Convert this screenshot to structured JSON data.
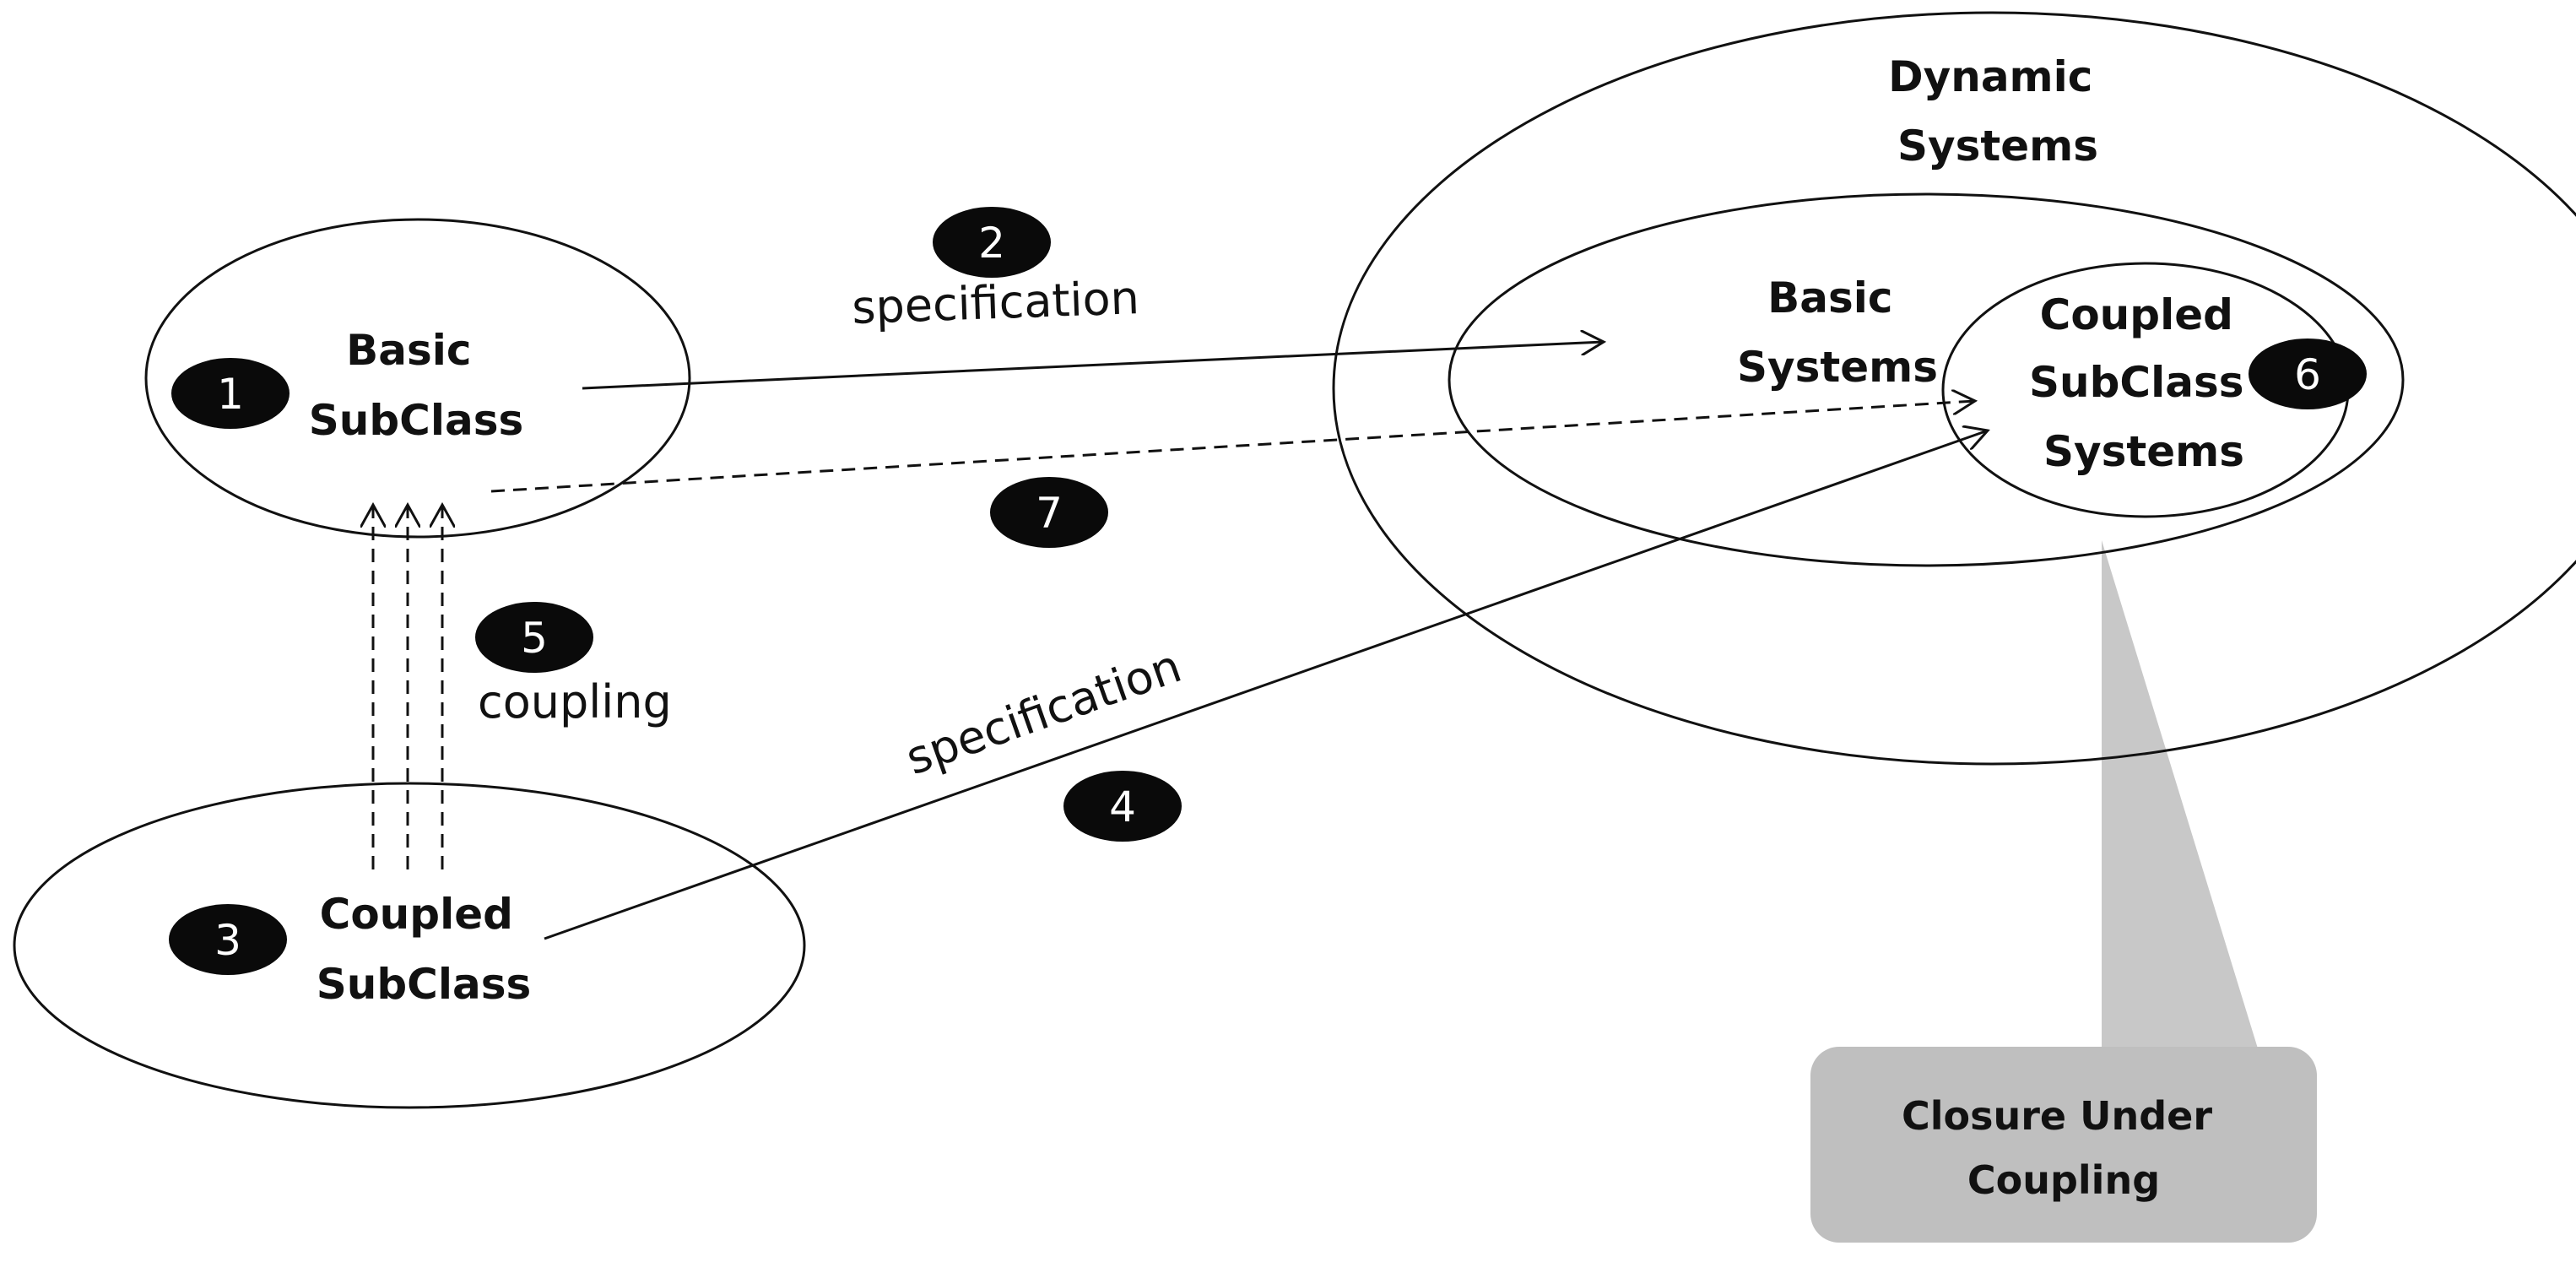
{
  "sets": {
    "dynamic_systems": {
      "line1": "Dynamic",
      "line2": "Systems"
    },
    "basic_systems": {
      "line1": "Basic",
      "line2": "Systems"
    },
    "coupled_subclass_systems": {
      "line1": "Coupled",
      "line2": "SubClass",
      "line3": "Systems"
    },
    "basic_subclass": {
      "line1": "Basic",
      "line2": "SubClass"
    },
    "coupled_subclass": {
      "line1": "Coupled",
      "line2": "SubClass"
    }
  },
  "badges": {
    "b1": "1",
    "b2": "2",
    "b3": "3",
    "b4": "4",
    "b5": "5",
    "b6": "6",
    "b7": "7"
  },
  "relations": {
    "spec_top": "specification",
    "spec_bottom": "specification",
    "coupling": "coupling"
  },
  "callout": {
    "line1": "Closure Under",
    "line2": "Coupling"
  },
  "colors": {
    "stroke": "#111111",
    "badge_fill": "#0a0a0a",
    "callout_fill": "#bfbfbf",
    "callout_pointer_fill": "#c8c8c8"
  }
}
